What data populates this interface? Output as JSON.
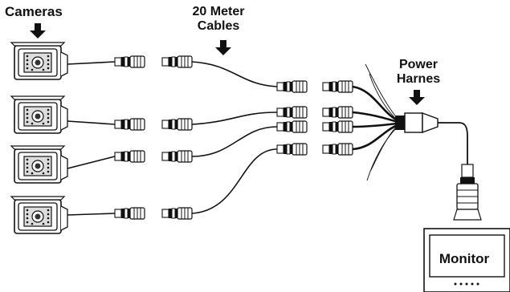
{
  "labels": {
    "cameras": "Cameras",
    "cables": "20 Meter Cables",
    "power_harness": "Power Harnes",
    "monitor": "Monitor"
  },
  "icons": {
    "camera": "camera-icon",
    "arrow": "down-arrow-icon",
    "connector": "cable-connector-icon",
    "harness": "power-harness-icon",
    "monitor": "monitor-icon"
  },
  "colors": {
    "line": "#111111",
    "background": "#ffffff"
  }
}
